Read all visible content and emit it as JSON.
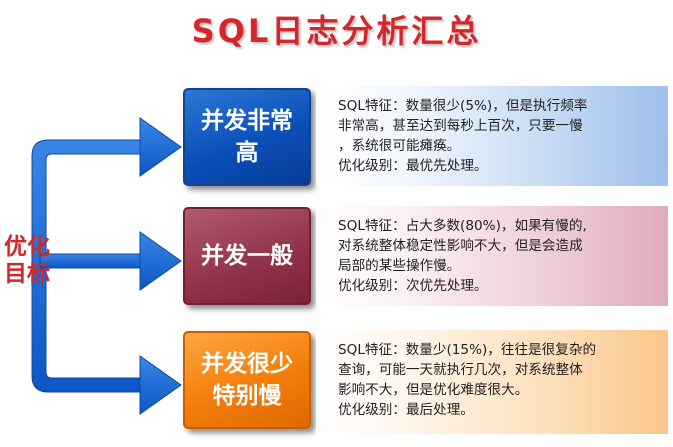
{
  "title": "SQL日志分析汇总",
  "goal_label": "优化目标",
  "colors": {
    "title": "#d4272b",
    "arrow": "#1565d0",
    "blue": "#0b4fb8",
    "red": "#93354c",
    "orange": "#f37d0a"
  },
  "categories": [
    {
      "label_line1": "并发非常",
      "label_line2": "高",
      "desc": [
        "SQL特征：数量很少(5%)，但是执行频率",
        "非常高，甚至达到每秒上百次，只要一慢",
        "，系统很可能瘫痪。",
        "优化级别：最优先处理。"
      ]
    },
    {
      "label_line1": "并发一般",
      "desc": [
        "SQL特征：占大多数(80%)，如果有慢的,",
        "对系统整体稳定性影响不大，但是会造成",
        "局部的某些操作慢。",
        "优化级别：次优先处理。"
      ]
    },
    {
      "label_line1": "并发很少",
      "label_line2": "特别慢",
      "desc": [
        "SQL特征：数量少(15%)，往往是很复杂的",
        "查询，可能一天就执行几次，对系统整体",
        "影响不大，但是优化难度很大。",
        "优化级别：最后处理。"
      ]
    }
  ]
}
